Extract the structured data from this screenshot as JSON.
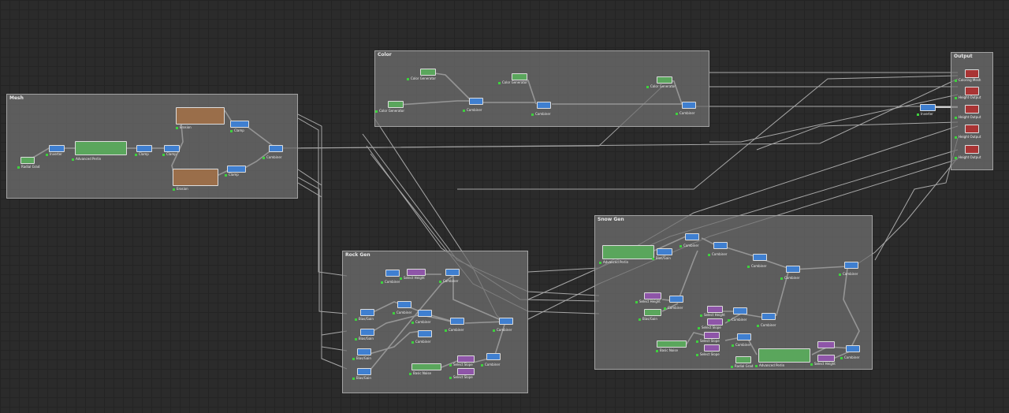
{
  "groups": {
    "mesh": "Mesh",
    "color": "Color",
    "output": "Output",
    "rock_gen": "Rock Gen",
    "snow_gen": "Snow Gen"
  },
  "labels": {
    "radial_grad": "Radial Grad",
    "inverter": "Inverter",
    "advanced_perlin": "Advanced Perlin",
    "clamp": "Clamp",
    "erosion": "Erosion",
    "combiner": "Combiner",
    "color_generator": "Color Generator",
    "coloring_mesh": "Coloring Mesh",
    "height_output": "Height Output",
    "select_height": "Select Height",
    "select_slope": "Select Slope",
    "bias_gain": "Bias/Gain",
    "basic_noise": "Basic Noise"
  },
  "colors": {
    "canvas": "#2b2b2b",
    "group_fill": "#707070",
    "combiner_node": "#3f7fd0",
    "generator_node": "#5aa65c",
    "selector_node": "#8e55a8",
    "erosion_node": "#9a6e4a",
    "output_node": "#a93434",
    "port": "#3ed13e"
  }
}
